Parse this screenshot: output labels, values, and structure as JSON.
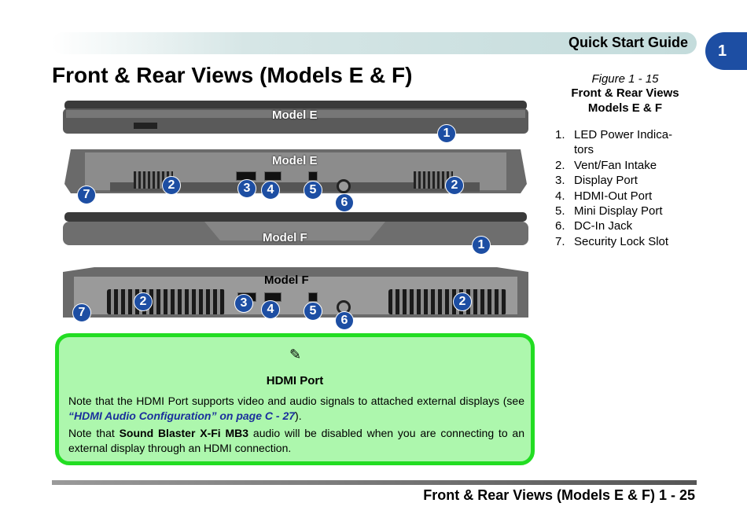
{
  "header": {
    "title": "Quick Start Guide",
    "chapter": "1"
  },
  "page_title": "Front & Rear Views (Models E & F)",
  "figure": {
    "model_labels": [
      "Model E",
      "Model E",
      "Model F",
      "Model F"
    ],
    "callouts": [
      "1",
      "2",
      "3",
      "4",
      "5",
      "6",
      "7"
    ]
  },
  "caption": {
    "number": "Figure 1 - 15",
    "title_line1": "Front & Rear Views",
    "title_line2": "Models E & F"
  },
  "legend": [
    {
      "num": "1.",
      "text": "LED Power Indica-tors"
    },
    {
      "num": "2.",
      "text": "Vent/Fan Intake"
    },
    {
      "num": "3.",
      "text": "Display Port"
    },
    {
      "num": "4.",
      "text": "HDMI-Out Port"
    },
    {
      "num": "5.",
      "text": "Mini Display Port"
    },
    {
      "num": "6.",
      "text": "DC-In Jack"
    },
    {
      "num": "7.",
      "text": "Security Lock Slot"
    }
  ],
  "note": {
    "title": "HDMI Port",
    "p1_text": "Note that the HDMI Port supports video and audio signals to attached external displays (see ",
    "p1_link": "“HDMI Audio Configuration” on page C - 27",
    "p1_end": ").",
    "p2_start": "Note that ",
    "p2_bold": "Sound Blaster X-Fi MB3",
    "p2_end": " audio will be disabled when you are connecting to an external display through an HDMI connection."
  },
  "footer": {
    "title": "Front & Rear Views (Models E & F) 1 - 25"
  }
}
